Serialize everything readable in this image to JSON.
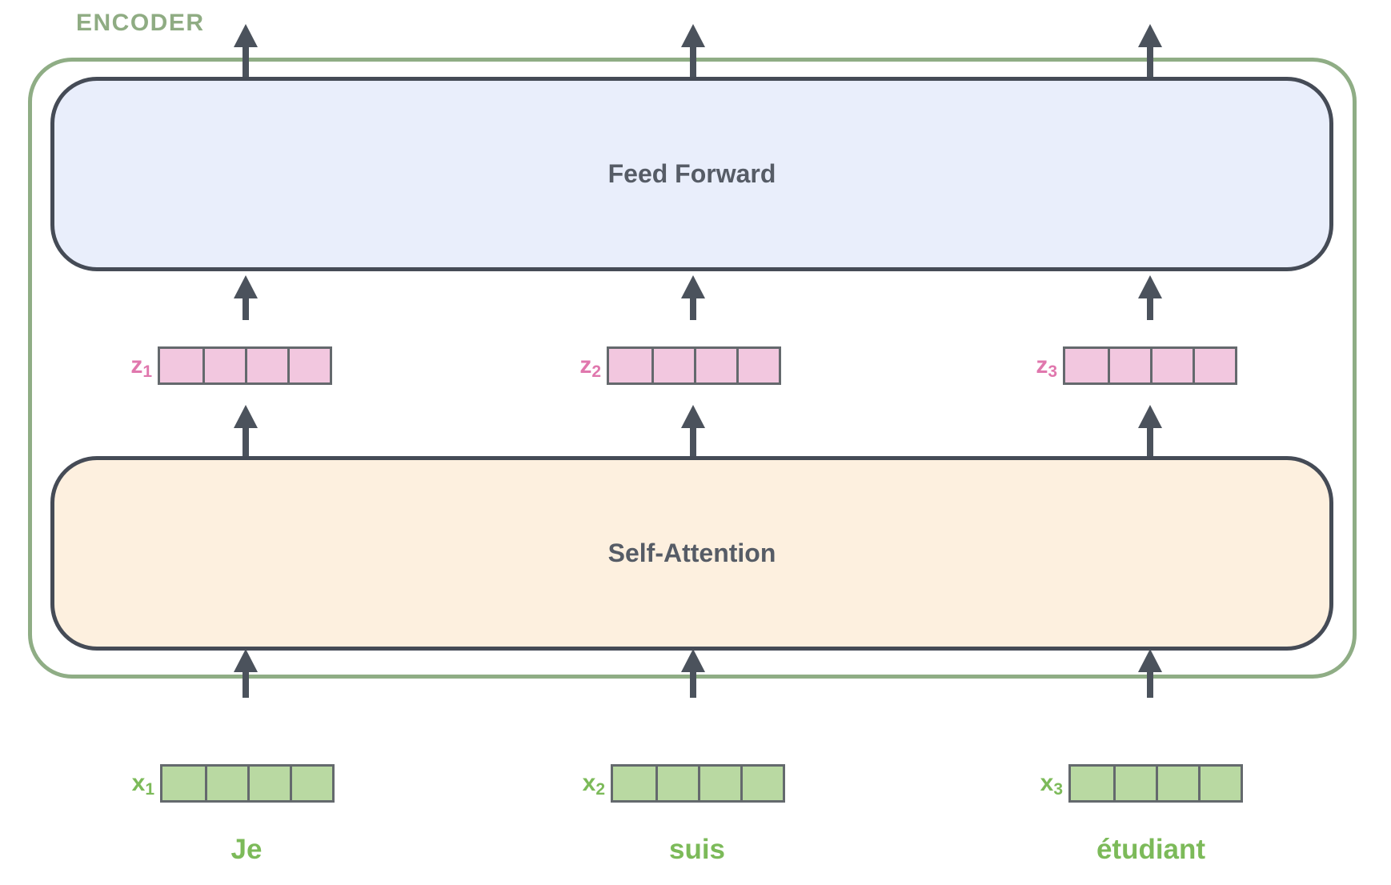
{
  "encoder": {
    "label": "ENCODER",
    "feed_forward_label": "Feed Forward",
    "self_attention_label": "Self-Attention"
  },
  "vector_cells": 4,
  "z_vectors": [
    {
      "name": "z",
      "sub": "1"
    },
    {
      "name": "z",
      "sub": "2"
    },
    {
      "name": "z",
      "sub": "3"
    }
  ],
  "x_vectors": [
    {
      "name": "x",
      "sub": "1"
    },
    {
      "name": "x",
      "sub": "2"
    },
    {
      "name": "x",
      "sub": "3"
    }
  ],
  "words": [
    "Je",
    "suis",
    "étudiant"
  ],
  "colors": {
    "encoder_green": "#8fad85",
    "word_green": "#7cba59",
    "x_cell_fill": "#b9d9a2",
    "z_label_pink": "#e077ad",
    "z_cell_fill": "#f2c7df",
    "feed_forward_fill": "#e9eefb",
    "self_attention_fill": "#fdf0df",
    "block_border": "#454b56",
    "arrow_gray": "#4b525c"
  }
}
